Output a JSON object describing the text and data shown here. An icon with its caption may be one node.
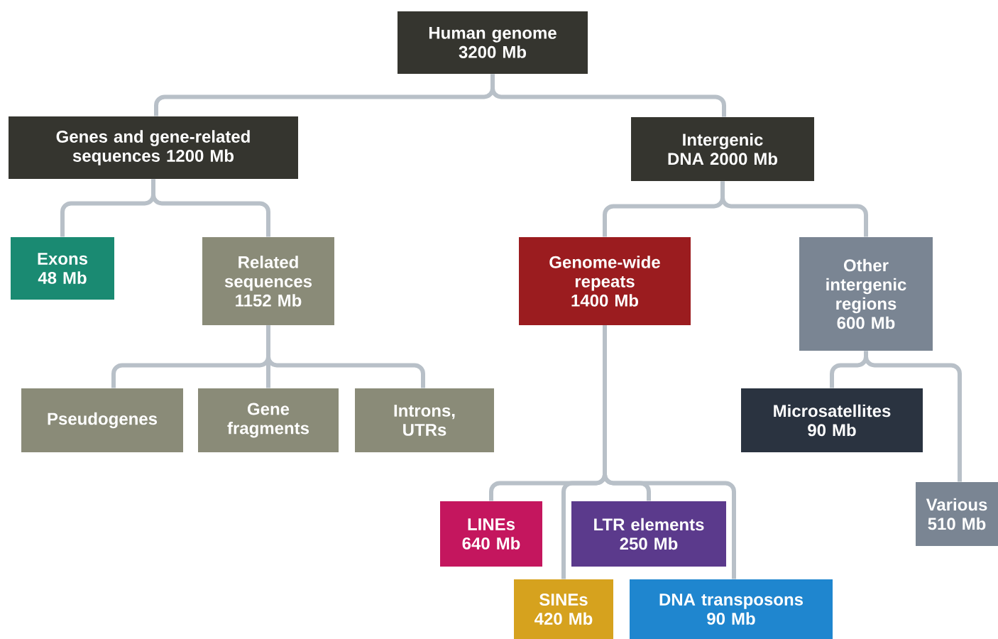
{
  "diagram": {
    "nodes": [
      {
        "text": [
          "Human genome 3200 Mb"
        ]
      },
      {
        "text": [
          "Genes and gene-related sequences 1200 Mb"
        ]
      },
      {
        "text": [
          "Intergenic DNA 2000 Mb"
        ]
      },
      {
        "text": [
          "Exons 48 Mb"
        ]
      },
      {
        "text": [
          "Related sequences 1152 Mb"
        ]
      },
      {
        "text": [
          "Genome-wide repeats 1400 Mb"
        ]
      },
      {
        "text": [
          "Other intergenic regions 600 Mb"
        ]
      },
      {
        "text": [
          "Pseudogenes"
        ]
      },
      {
        "text": [
          "Gene fragments"
        ]
      },
      {
        "text": [
          "Introns, UTRs"
        ]
      },
      {
        "text": [
          "Microsatellites 90 Mb"
        ]
      },
      {
        "text": [
          "Various 510 Mb"
        ]
      },
      {
        "text": [
          "LINEs 640 Mb"
        ]
      },
      {
        "text": [
          "LTR elements 250 Mb"
        ]
      },
      {
        "text": [
          "SINEs 420 Mb"
        ]
      },
      {
        "text": [
          "DNA transposons 90 Mb"
        ]
      }
    ],
    "edges": [
      {
        "from": 0,
        "to": 1,
        "arrow": "none"
      },
      {
        "from": 0,
        "to": 2,
        "arrow": "none"
      },
      {
        "from": 1,
        "to": 3,
        "arrow": "none"
      },
      {
        "from": 1,
        "to": 4,
        "arrow": "none"
      },
      {
        "from": 2,
        "to": 5,
        "arrow": "none"
      },
      {
        "from": 2,
        "to": 6,
        "arrow": "none"
      },
      {
        "from": 4,
        "to": 7,
        "arrow": "none"
      },
      {
        "from": 4,
        "to": 8,
        "arrow": "none"
      },
      {
        "from": 4,
        "to": 9,
        "arrow": "none"
      },
      {
        "from": 5,
        "to": 12,
        "arrow": "none"
      },
      {
        "from": 5,
        "to": 13,
        "arrow": "none"
      },
      {
        "from": 5,
        "to": 14,
        "arrow": "none"
      },
      {
        "from": 5,
        "to": 15,
        "arrow": "none"
      },
      {
        "from": 6,
        "to": 10,
        "arrow": "none"
      },
      {
        "from": 6,
        "to": 11,
        "arrow": "none"
      }
    ]
  }
}
